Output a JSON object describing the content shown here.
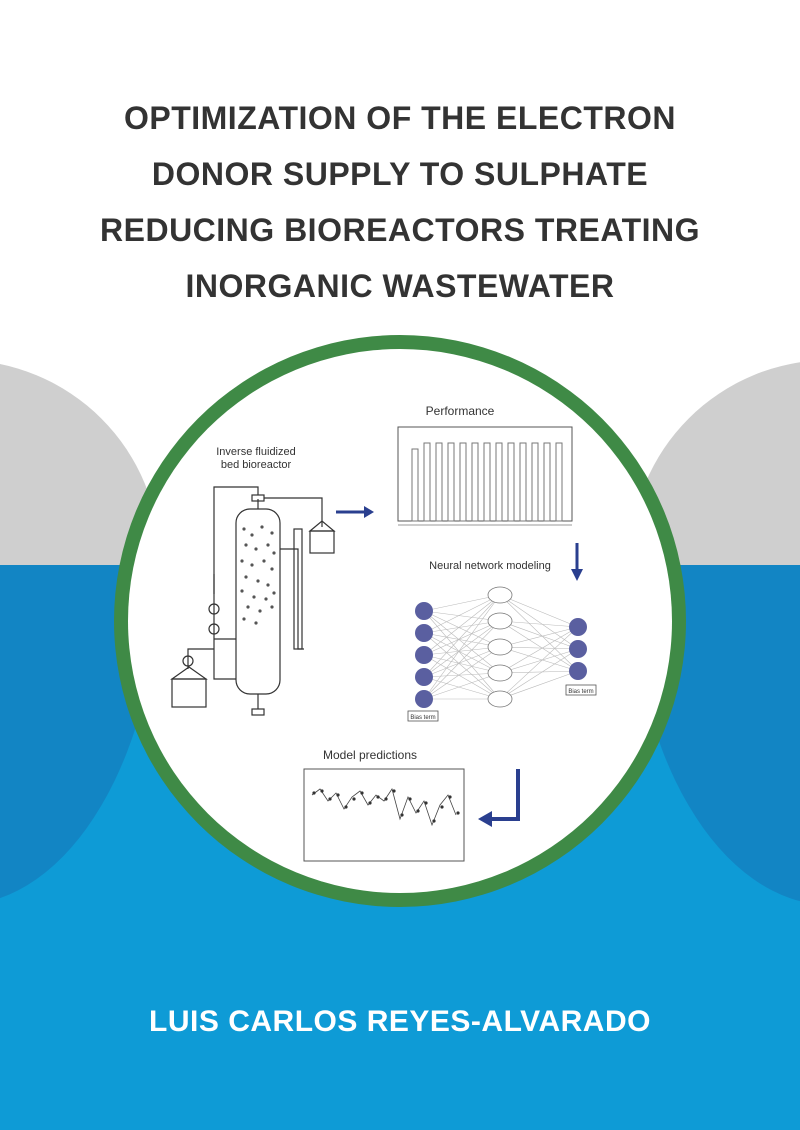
{
  "title": {
    "lines": [
      "OPTIMIZATION OF THE ELECTRON",
      "DONOR SUPPLY TO SULPHATE",
      "REDUCING BIOREACTORS TREATING",
      "INORGANIC WASTEWATER"
    ]
  },
  "author": "LUIS CARLOS REYES-ALVARADO",
  "diagram": {
    "reactor_label_1": "Inverse fluidized",
    "reactor_label_2": "bed bioreactor",
    "performance_title": "Performance",
    "nn_title": "Neural network modeling",
    "model_title": "Model predictions",
    "bias_label": "Bias term"
  },
  "colors": {
    "ring": "#3f8a46",
    "blue": "#0e9bd6",
    "dark_blue": "#1285c4",
    "grey": "#cfcfcf",
    "title": "#333333",
    "arrow": "#2a3f8f",
    "node": "#5a5fa0"
  }
}
